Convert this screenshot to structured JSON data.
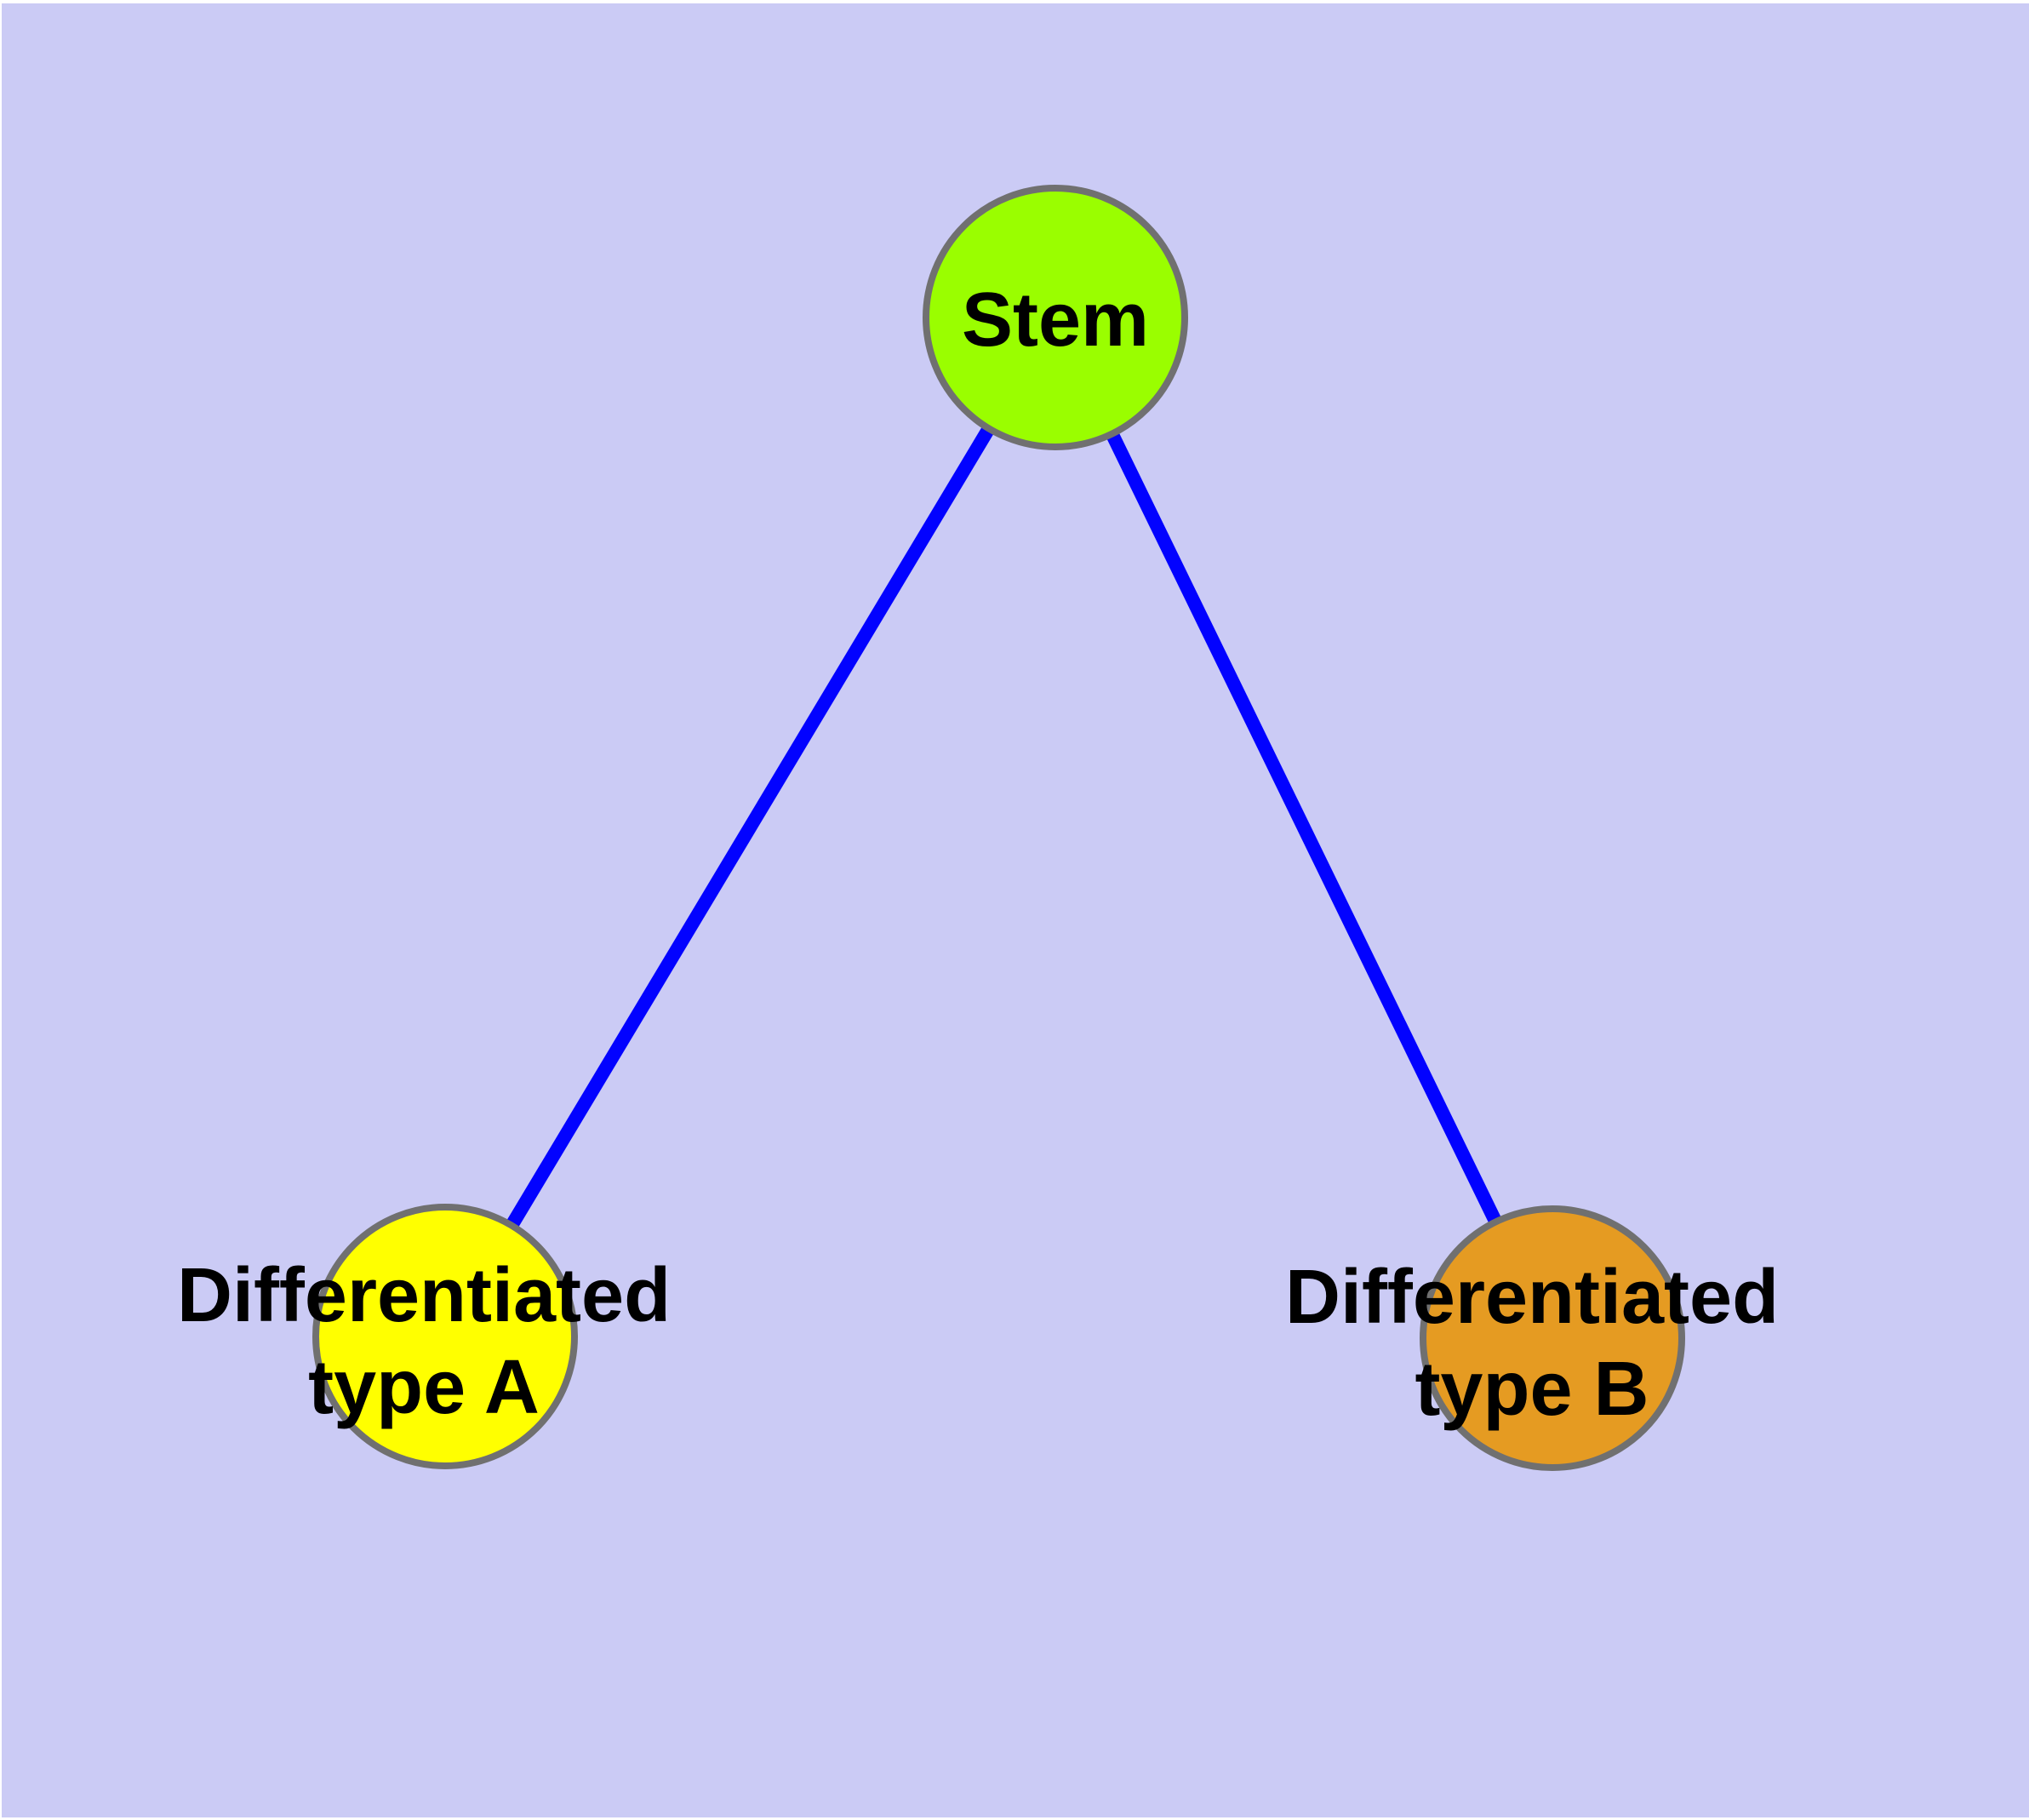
{
  "diagram": {
    "background_color": "#CBCBF5",
    "edge_color": "#0202FF",
    "node_border_color": "#707070",
    "nodes": [
      {
        "id": "stem",
        "label_lines": [
          "Stem"
        ],
        "fill_color": "#9AFE00"
      },
      {
        "id": "differentiated-type-a",
        "label_lines": [
          "Differentiated",
          "type A"
        ],
        "fill_color": "#FFFF00"
      },
      {
        "id": "differentiated-type-b",
        "label_lines": [
          "Differentiated",
          "type B"
        ],
        "fill_color": "#E59B22"
      }
    ],
    "edges": [
      {
        "from": "Stem",
        "to": "Differentiated type A"
      },
      {
        "from": "Stem",
        "to": "Differentiated type B"
      }
    ]
  }
}
